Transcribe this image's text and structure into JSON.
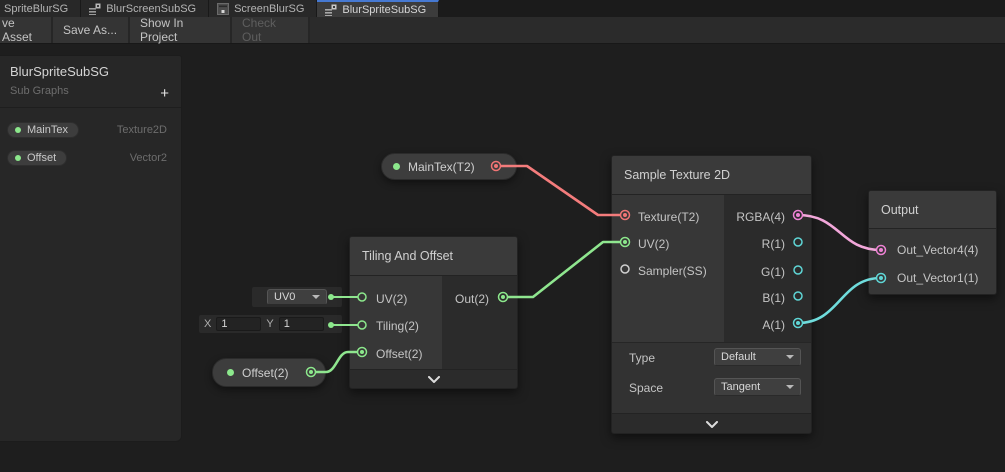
{
  "tabs": [
    {
      "label": "SpriteBlurSG"
    },
    {
      "label": "BlurScreenSubSG"
    },
    {
      "label": "ScreenBlurSG"
    },
    {
      "label": "BlurSpriteSubSG"
    }
  ],
  "toolbar": {
    "save_asset": "ve Asset",
    "save_as": "Save As...",
    "show_in_project": "Show In Project",
    "check_out": "Check Out"
  },
  "blackboard": {
    "title": "BlurSpriteSubSG",
    "subtitle": "Sub Graphs",
    "add_button": "+",
    "properties": [
      {
        "name": "MainTex",
        "type": "Texture2D"
      },
      {
        "name": "Offset",
        "type": "Vector2"
      }
    ]
  },
  "nodes": {
    "maintex_pill": {
      "label": "MainTex(T2)"
    },
    "offset_pill": {
      "label": "Offset(2)"
    },
    "tiling": {
      "title": "Tiling And Offset",
      "inputs": [
        "UV(2)",
        "Tiling(2)",
        "Offset(2)"
      ],
      "outputs": [
        "Out(2)"
      ]
    },
    "sample": {
      "title": "Sample Texture 2D",
      "inputs": [
        "Texture(T2)",
        "UV(2)",
        "Sampler(SS)"
      ],
      "outputs": [
        "RGBA(4)",
        "R(1)",
        "G(1)",
        "B(1)",
        "A(1)"
      ],
      "options": [
        {
          "label": "Type",
          "value": "Default"
        },
        {
          "label": "Space",
          "value": "Tangent"
        }
      ]
    },
    "output": {
      "title": "Output",
      "inputs": [
        "Out_Vector4(4)",
        "Out_Vector1(1)"
      ]
    }
  },
  "widgets": {
    "uv_channel": {
      "value": "UV0"
    },
    "tiling_xy": {
      "x_label": "X",
      "x_value": "1",
      "y_label": "Y",
      "y_value": "1"
    }
  },
  "colors": {
    "accent_tab": "#4679d2",
    "port_texture2d": "#f07575",
    "port_vector2": "#8ce88c",
    "port_vector4": "#ee82d4",
    "port_vector1": "#5fd6d6",
    "port_sampler": "#d0d0d0",
    "wire_red": "#f47c7c",
    "wire_green": "#8fe68f",
    "wire_pink": "#f2a7da",
    "wire_cyan": "#6fdcdc"
  }
}
